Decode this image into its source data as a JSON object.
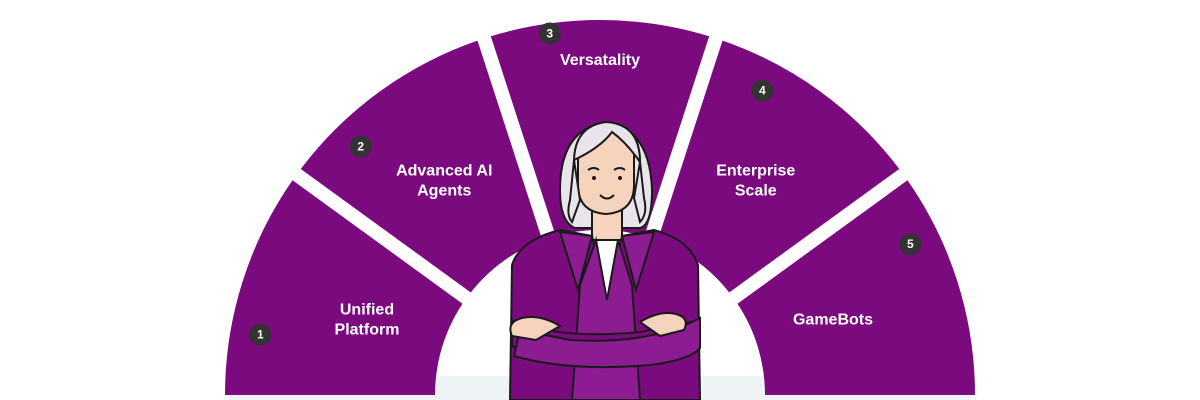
{
  "colors": {
    "segment": "#7a0a7e",
    "badge": "#333333",
    "footer": "#eef4f5",
    "background": "#ffffff"
  },
  "segments": [
    {
      "number": "1",
      "lines": [
        "Unified",
        "Platform"
      ]
    },
    {
      "number": "2",
      "lines": [
        "Advanced AI",
        "Agents"
      ]
    },
    {
      "number": "3",
      "lines": [
        "Versatality"
      ]
    },
    {
      "number": "4",
      "lines": [
        "Enterprise",
        "Scale"
      ]
    },
    {
      "number": "5",
      "lines": [
        "GameBots"
      ]
    }
  ],
  "center_figure": {
    "icon": "woman-crossed-arms-illustration"
  }
}
